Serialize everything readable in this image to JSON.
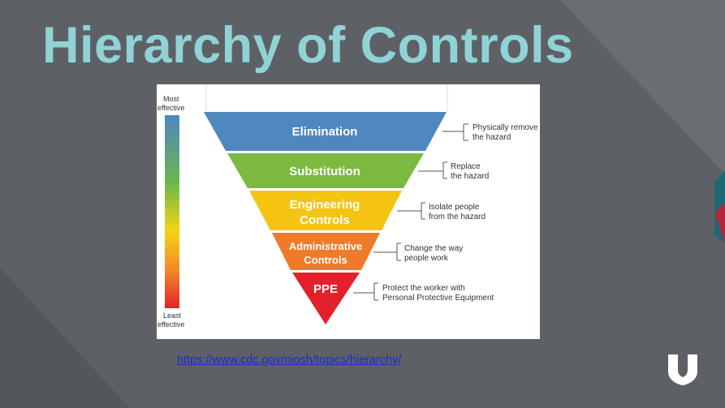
{
  "slide": {
    "title": "Hierarchy of Controls",
    "link": "https://www.cdc.gov/niosh/topics/hierarchy/"
  },
  "figure": {
    "scale": {
      "top_line1": "Most",
      "top_line2": "effective",
      "bottom_line1": "Least",
      "bottom_line2": "effective"
    },
    "levels": [
      {
        "label_line1": "Elimination",
        "label_line2": "",
        "color": "#4f87bf",
        "desc_line1": "Physically remove",
        "desc_line2": "the hazard"
      },
      {
        "label_line1": "Substitution",
        "label_line2": "",
        "color": "#7cb940",
        "desc_line1": "Replace",
        "desc_line2": "the hazard"
      },
      {
        "label_line1": "Engineering",
        "label_line2": "Controls",
        "color": "#f5c413",
        "desc_line1": "Isolate people",
        "desc_line2": "from the hazard"
      },
      {
        "label_line1": "Administrative",
        "label_line2": "Controls",
        "color": "#ef7a2a",
        "desc_line1": "Change the way",
        "desc_line2": "people work"
      },
      {
        "label_line1": "PPE",
        "label_line2": "",
        "color": "#e4202b",
        "desc_line1": "Protect the worker with",
        "desc_line2": "Personal Protective Equipment"
      }
    ]
  },
  "colors": {
    "background": "#5d6166",
    "title": "#8fd3d6",
    "link": "#1a2bc7"
  }
}
